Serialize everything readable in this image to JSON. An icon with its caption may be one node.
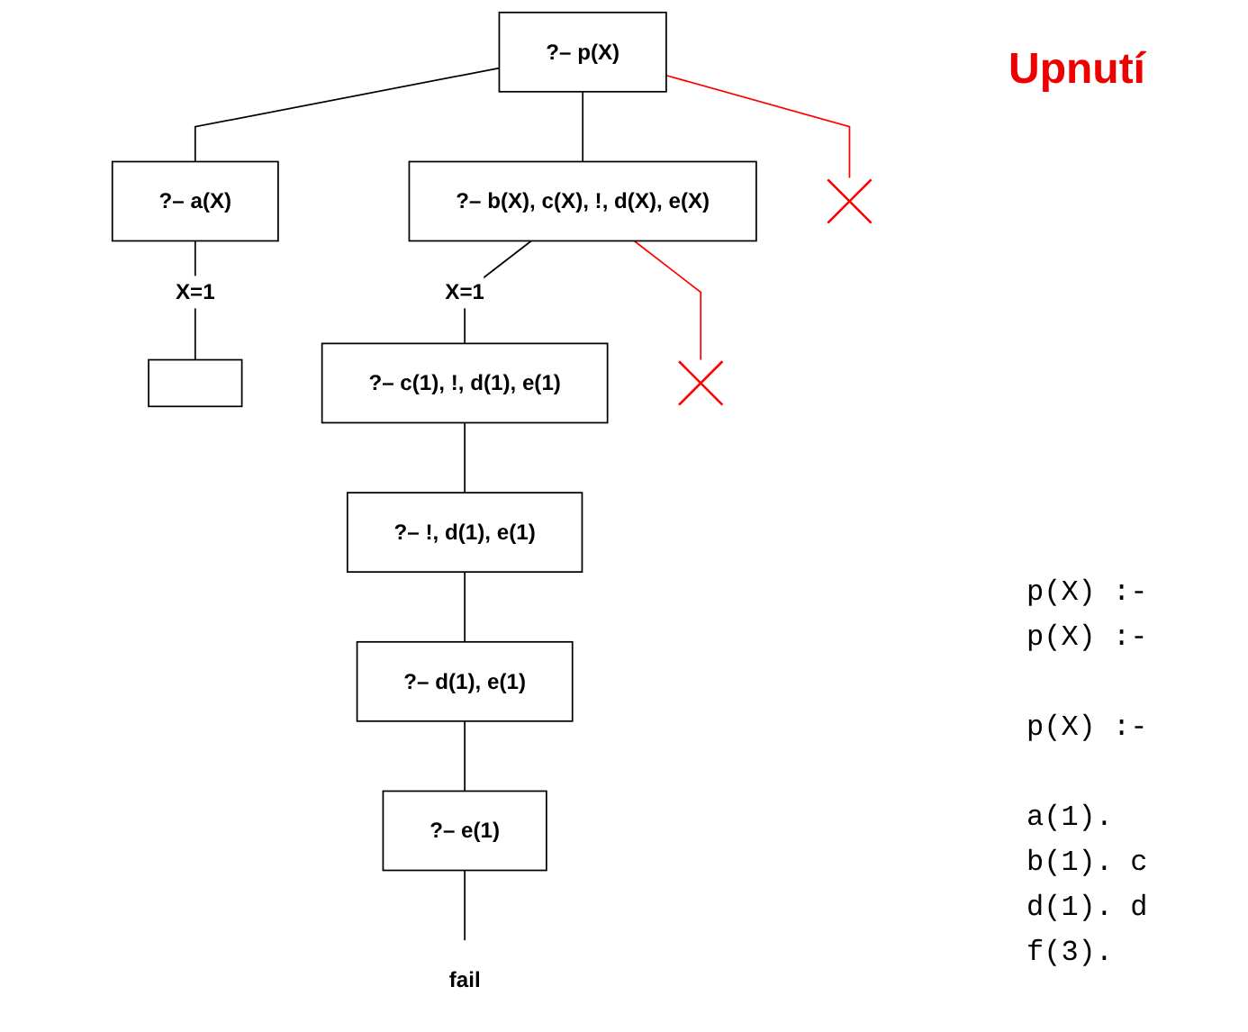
{
  "diagram": {
    "nodes": [
      {
        "text": [
          "?– p(X)"
        ]
      },
      {
        "text": [
          "?– a(X)"
        ]
      },
      {
        "text": [
          "?– b(X), c(X), !, d(X), e(X)"
        ]
      },
      {
        "text": [],
        "shape": "box"
      },
      {
        "text": [
          "?– c(1), !, d(1), e(1)"
        ]
      },
      {
        "text": [
          "?– !, d(1), e(1)"
        ]
      },
      {
        "text": [
          "?– d(1), e(1)"
        ]
      },
      {
        "text": [
          "?– e(1)"
        ]
      },
      {
        "text": [
          "fail"
        ]
      },
      {
        "text": [],
        "shape": "cross"
      },
      {
        "text": [],
        "shape": "cross"
      }
    ],
    "edges": [
      {
        "from": 0,
        "to": 1,
        "arrow": "none"
      },
      {
        "from": 0,
        "to": 2,
        "arrow": "none"
      },
      {
        "from": 0,
        "to": 9,
        "arrow": "none",
        "color": "#ff0000"
      },
      {
        "from": 1,
        "to": 3,
        "arrow": "none",
        "label": "X=1"
      },
      {
        "from": 2,
        "to": 4,
        "arrow": "none",
        "label": "X=1"
      },
      {
        "from": 2,
        "to": 10,
        "arrow": "none",
        "color": "#ff0000"
      },
      {
        "from": 4,
        "to": 5,
        "arrow": "none"
      },
      {
        "from": 5,
        "to": 6,
        "arrow": "none"
      },
      {
        "from": 6,
        "to": 7,
        "arrow": "none"
      },
      {
        "from": 7,
        "to": 8,
        "arrow": "none"
      }
    ],
    "labels": [
      "Upnutí",
      "p(X) :-",
      "p(X) :-",
      "p(X) :-",
      "a(1).",
      "b(1). c",
      "d(1). d",
      "f(3)."
    ]
  }
}
